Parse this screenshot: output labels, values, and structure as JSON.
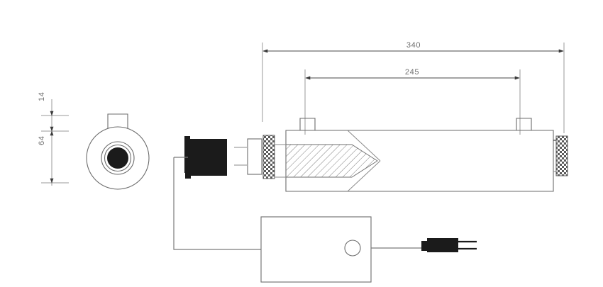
{
  "drawing": {
    "title": "UV Sterilizer Assembly Technical Drawing",
    "units": "mm",
    "background_color": "#ffffff",
    "line_color": "#6b6b6b",
    "dim_text_color": "#6f6f6f",
    "solid_fill_color": "#1b1b1b"
  },
  "dimensions": {
    "overall_length": {
      "label": "340",
      "orientation": "horizontal",
      "position": "top-outer"
    },
    "inner_length": {
      "label": "245",
      "orientation": "horizontal",
      "position": "top-inner"
    },
    "flange_thickness": {
      "label": "14",
      "orientation": "vertical-rotated",
      "position": "left-upper"
    },
    "body_diameter": {
      "label": "64",
      "orientation": "vertical-rotated",
      "position": "left-lower"
    }
  },
  "views": {
    "end_view": {
      "name": "end-view-flange",
      "shape": "circle-with-top-tab",
      "outer_circle": "flange-outer-circle",
      "mid_circle": "port-mid-circle",
      "inner_circle": "port-inner-circle",
      "bore": "port-bore-filled",
      "tab": "end-view-top-tab"
    },
    "side_view": {
      "name": "side-view-chamber",
      "body": "chamber-body-outline",
      "cutaway": "chamber-cutaway-break-line",
      "lamp_sleeve": "quartz-sleeve-hatched",
      "left_port_tab": "chamber-port-tab-left",
      "right_port_tab": "chamber-port-tab-right",
      "left_knurled_nut": "lamp-gland-nut-left",
      "right_knurled_nut": "gland-nut-right",
      "lamp_connector": "lamp-connector-pins",
      "lamp_cap": "lamp-end-cap-black"
    },
    "ballast_view": {
      "name": "ballast-unit",
      "housing": "ballast-housing-outline",
      "indicator": "ballast-led-indicator",
      "cord": "power-cord-line",
      "plug": "power-plug-black",
      "plug_prongs": "power-plug-prongs",
      "lamp_cable": "lamp-cable-route"
    }
  },
  "hatching": {
    "sleeve_pattern": "diagonal-45-hatch",
    "nut_pattern": "knurl-checker-hatch"
  }
}
